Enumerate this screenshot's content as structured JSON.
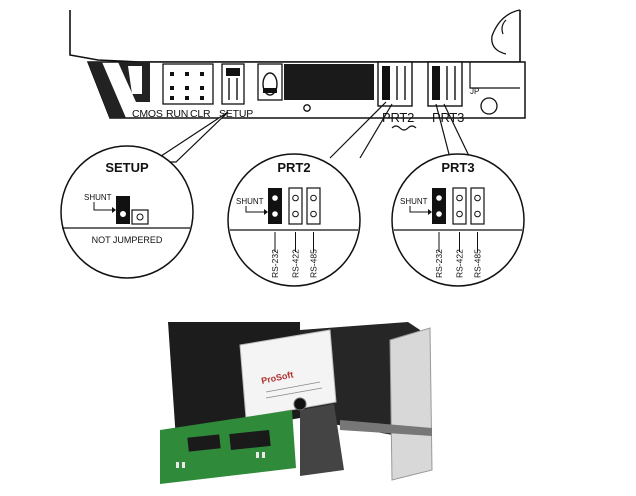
{
  "board": {
    "connector_labels": [
      "CMOS",
      "RUN",
      "CLR",
      "SETUP",
      "PRT2",
      "PRT3"
    ],
    "jp_label": "JP"
  },
  "callouts": [
    {
      "title": "SETUP",
      "shunt_label": "SHUNT",
      "footer": "NOT JUMPERED"
    },
    {
      "title": "PRT2",
      "shunt_label": "SHUNT",
      "options": [
        "RS-232",
        "RS-422",
        "RS-485"
      ]
    },
    {
      "title": "PRT3",
      "shunt_label": "SHUNT",
      "options": [
        "RS-232",
        "RS-422",
        "RS-485"
      ]
    }
  ],
  "photo": {
    "brand": "ProSoft"
  },
  "colors": {
    "ink": "#111111",
    "pcb_green": "#2f8a3a",
    "module_black": "#1c1c1c"
  }
}
